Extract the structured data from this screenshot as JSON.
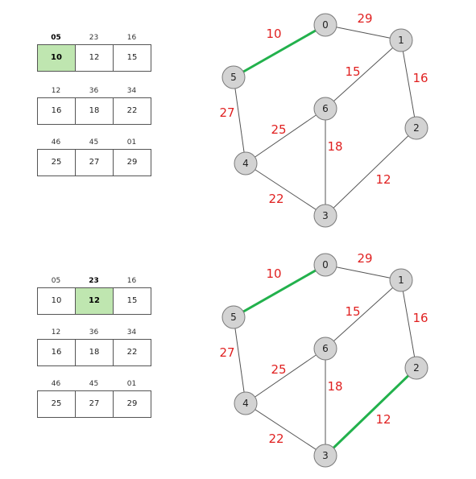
{
  "highlight_color": "#bfe6b0",
  "edge_color": "#555555",
  "mst_edge_color": "#22b14c",
  "weight_color": "#e02020",
  "node_fill": "#d3d3d3",
  "panels": [
    {
      "arrays": [
        {
          "headers": [
            "05",
            "23",
            "16"
          ],
          "values": [
            "10",
            "12",
            "15"
          ],
          "highlight_index": 0
        },
        {
          "headers": [
            "12",
            "36",
            "34"
          ],
          "values": [
            "16",
            "18",
            "22"
          ],
          "highlight_index": null
        },
        {
          "headers": [
            "46",
            "45",
            "01"
          ],
          "values": [
            "25",
            "27",
            "29"
          ],
          "highlight_index": null
        }
      ],
      "nodes": [
        "0",
        "1",
        "2",
        "3",
        "4",
        "5",
        "6"
      ],
      "edges": [
        {
          "from": "0",
          "to": "5",
          "weight": "10",
          "selected": true
        },
        {
          "from": "0",
          "to": "1",
          "weight": "29",
          "selected": false
        },
        {
          "from": "1",
          "to": "6",
          "weight": "15",
          "selected": false
        },
        {
          "from": "1",
          "to": "2",
          "weight": "16",
          "selected": false
        },
        {
          "from": "5",
          "to": "4",
          "weight": "27",
          "selected": false
        },
        {
          "from": "6",
          "to": "4",
          "weight": "25",
          "selected": false
        },
        {
          "from": "6",
          "to": "3",
          "weight": "18",
          "selected": false
        },
        {
          "from": "2",
          "to": "3",
          "weight": "12",
          "selected": false
        },
        {
          "from": "4",
          "to": "3",
          "weight": "22",
          "selected": false
        }
      ]
    },
    {
      "arrays": [
        {
          "headers": [
            "05",
            "23",
            "16"
          ],
          "values": [
            "10",
            "12",
            "15"
          ],
          "highlight_index": 1
        },
        {
          "headers": [
            "12",
            "36",
            "34"
          ],
          "values": [
            "16",
            "18",
            "22"
          ],
          "highlight_index": null
        },
        {
          "headers": [
            "46",
            "45",
            "01"
          ],
          "values": [
            "25",
            "27",
            "29"
          ],
          "highlight_index": null
        }
      ],
      "nodes": [
        "0",
        "1",
        "2",
        "3",
        "4",
        "5",
        "6"
      ],
      "edges": [
        {
          "from": "0",
          "to": "5",
          "weight": "10",
          "selected": true
        },
        {
          "from": "0",
          "to": "1",
          "weight": "29",
          "selected": false
        },
        {
          "from": "1",
          "to": "6",
          "weight": "15",
          "selected": false
        },
        {
          "from": "1",
          "to": "2",
          "weight": "16",
          "selected": false
        },
        {
          "from": "5",
          "to": "4",
          "weight": "27",
          "selected": false
        },
        {
          "from": "6",
          "to": "4",
          "weight": "25",
          "selected": false
        },
        {
          "from": "6",
          "to": "3",
          "weight": "18",
          "selected": false
        },
        {
          "from": "2",
          "to": "3",
          "weight": "12",
          "selected": true
        },
        {
          "from": "4",
          "to": "3",
          "weight": "22",
          "selected": false
        }
      ]
    }
  ]
}
